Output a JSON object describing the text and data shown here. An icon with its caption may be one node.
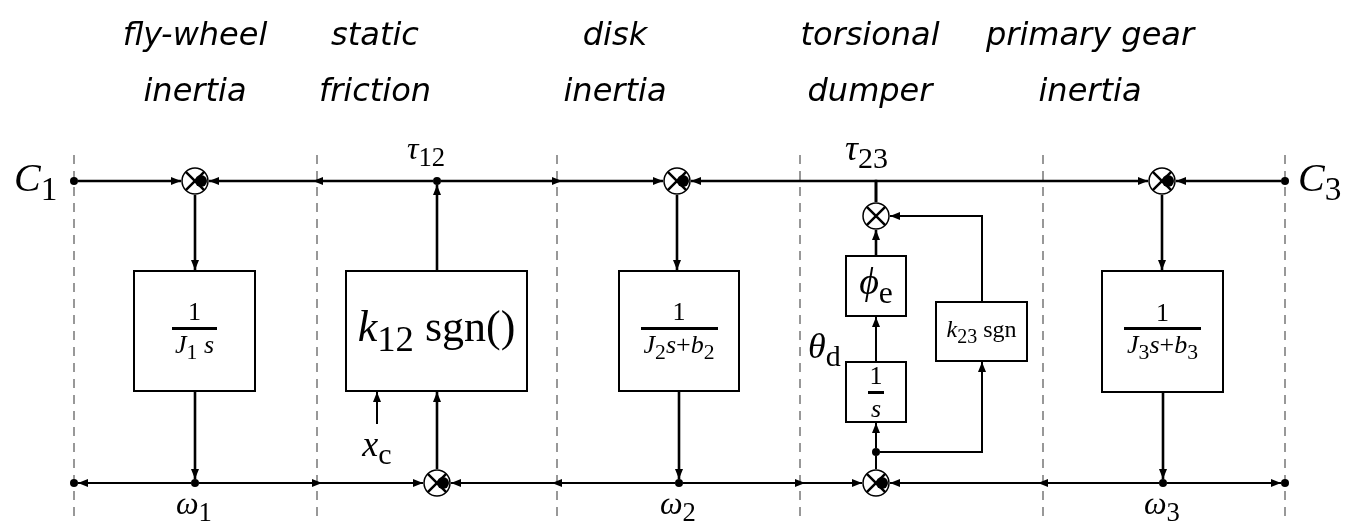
{
  "diagram": {
    "nodes": [
      {
        "text": [],
        "shape": "dot",
        "beside": [
          "*C*$_{1}$"
        ]
      },
      {
        "text": [],
        "shape": "circle"
      },
      {
        "text": [
          "1",
          "*J*$_{1}$ *s*"
        ]
      },
      {
        "text": [],
        "shape": "dot",
        "beside": [
          "*ω*$_{1}$"
        ]
      },
      {
        "text": [],
        "shape": "dot",
        "beside": [
          "*τ*$_{12}$"
        ]
      },
      {
        "text": [
          "*k*$_{12}$ sgn()"
        ]
      },
      {
        "text": [
          "*x*$_{c}$"
        ]
      },
      {
        "text": [],
        "shape": "circle"
      },
      {
        "text": [],
        "shape": "circle"
      },
      {
        "text": [
          "1",
          "*J*$_{2}$*s*+*b*$_{2}$"
        ]
      },
      {
        "text": [],
        "shape": "dot",
        "beside": [
          "*ω*$_{2}$"
        ]
      },
      {
        "text": [],
        "shape": "circle"
      },
      {
        "text": [
          "*ϕ*$_{e}$"
        ]
      },
      {
        "text": [
          "1",
          "*s*"
        ]
      },
      {
        "text": [],
        "shape": "dot"
      },
      {
        "text": [
          "*k*$_{23}$ sgn"
        ]
      },
      {
        "text": [],
        "shape": "circle"
      },
      {
        "text": [],
        "shape": "circle"
      },
      {
        "text": [
          "1",
          "*J*$_{3}$*s*+*b*$_{3}$"
        ]
      },
      {
        "text": [],
        "shape": "dot",
        "beside": [
          "*ω*$_{3}$"
        ]
      },
      {
        "text": [],
        "shape": "dot",
        "beside": [
          "*C*$_{3}$"
        ]
      },
      {
        "text": [],
        "shape": "dot"
      },
      {
        "text": [],
        "shape": "dot"
      }
    ],
    "edges": [
      {
        "from": 0,
        "to": 1,
        "arrow": "to"
      },
      {
        "from": 4,
        "to": 1,
        "arrow": "to"
      },
      {
        "from": 4,
        "to": 8,
        "arrow": "to"
      },
      {
        "from": 11,
        "to": 8,
        "arrow": "to"
      },
      {
        "from": 11,
        "to": 17,
        "arrow": "to"
      },
      {
        "from": 20,
        "to": 17,
        "arrow": "to"
      },
      {
        "from": 1,
        "to": 2,
        "arrow": "to"
      },
      {
        "from": 2,
        "to": 3,
        "arrow": "to"
      },
      {
        "from": 3,
        "to": 21,
        "arrow": "to"
      },
      {
        "from": 3,
        "to": 7,
        "arrow": "to"
      },
      {
        "from": 7,
        "to": 5,
        "arrow": "to"
      },
      {
        "from": 6,
        "to": 5,
        "arrow": "to"
      },
      {
        "from": 5,
        "to": 4,
        "arrow": "to"
      },
      {
        "from": 10,
        "to": 7,
        "arrow": "to"
      },
      {
        "from": 10,
        "to": 16,
        "arrow": "to"
      },
      {
        "from": 8,
        "to": 9,
        "arrow": "to"
      },
      {
        "from": 9,
        "to": 10,
        "arrow": "to"
      },
      {
        "from": 16,
        "to": 14,
        "arrow": "none"
      },
      {
        "from": 14,
        "to": 13,
        "arrow": "to"
      },
      {
        "from": 14,
        "to": 15,
        "arrow": "to"
      },
      {
        "from": 13,
        "to": 12,
        "arrow": "to",
        "label": "*θ*$_{d}$"
      },
      {
        "from": 12,
        "to": 11,
        "arrow": "to"
      },
      {
        "from": 15,
        "to": 11,
        "arrow": "to"
      },
      {
        "from": 19,
        "to": 16,
        "arrow": "to"
      },
      {
        "from": 19,
        "to": 22,
        "arrow": "to"
      },
      {
        "from": 17,
        "to": 18,
        "arrow": "to"
      },
      {
        "from": 18,
        "to": 19,
        "arrow": "to"
      }
    ],
    "labels": [
      "fly-wheel inertia",
      "static friction",
      "disk inertia",
      "torsional dumper",
      "primary gear inertia",
      "*τ*$_{23}$"
    ]
  }
}
